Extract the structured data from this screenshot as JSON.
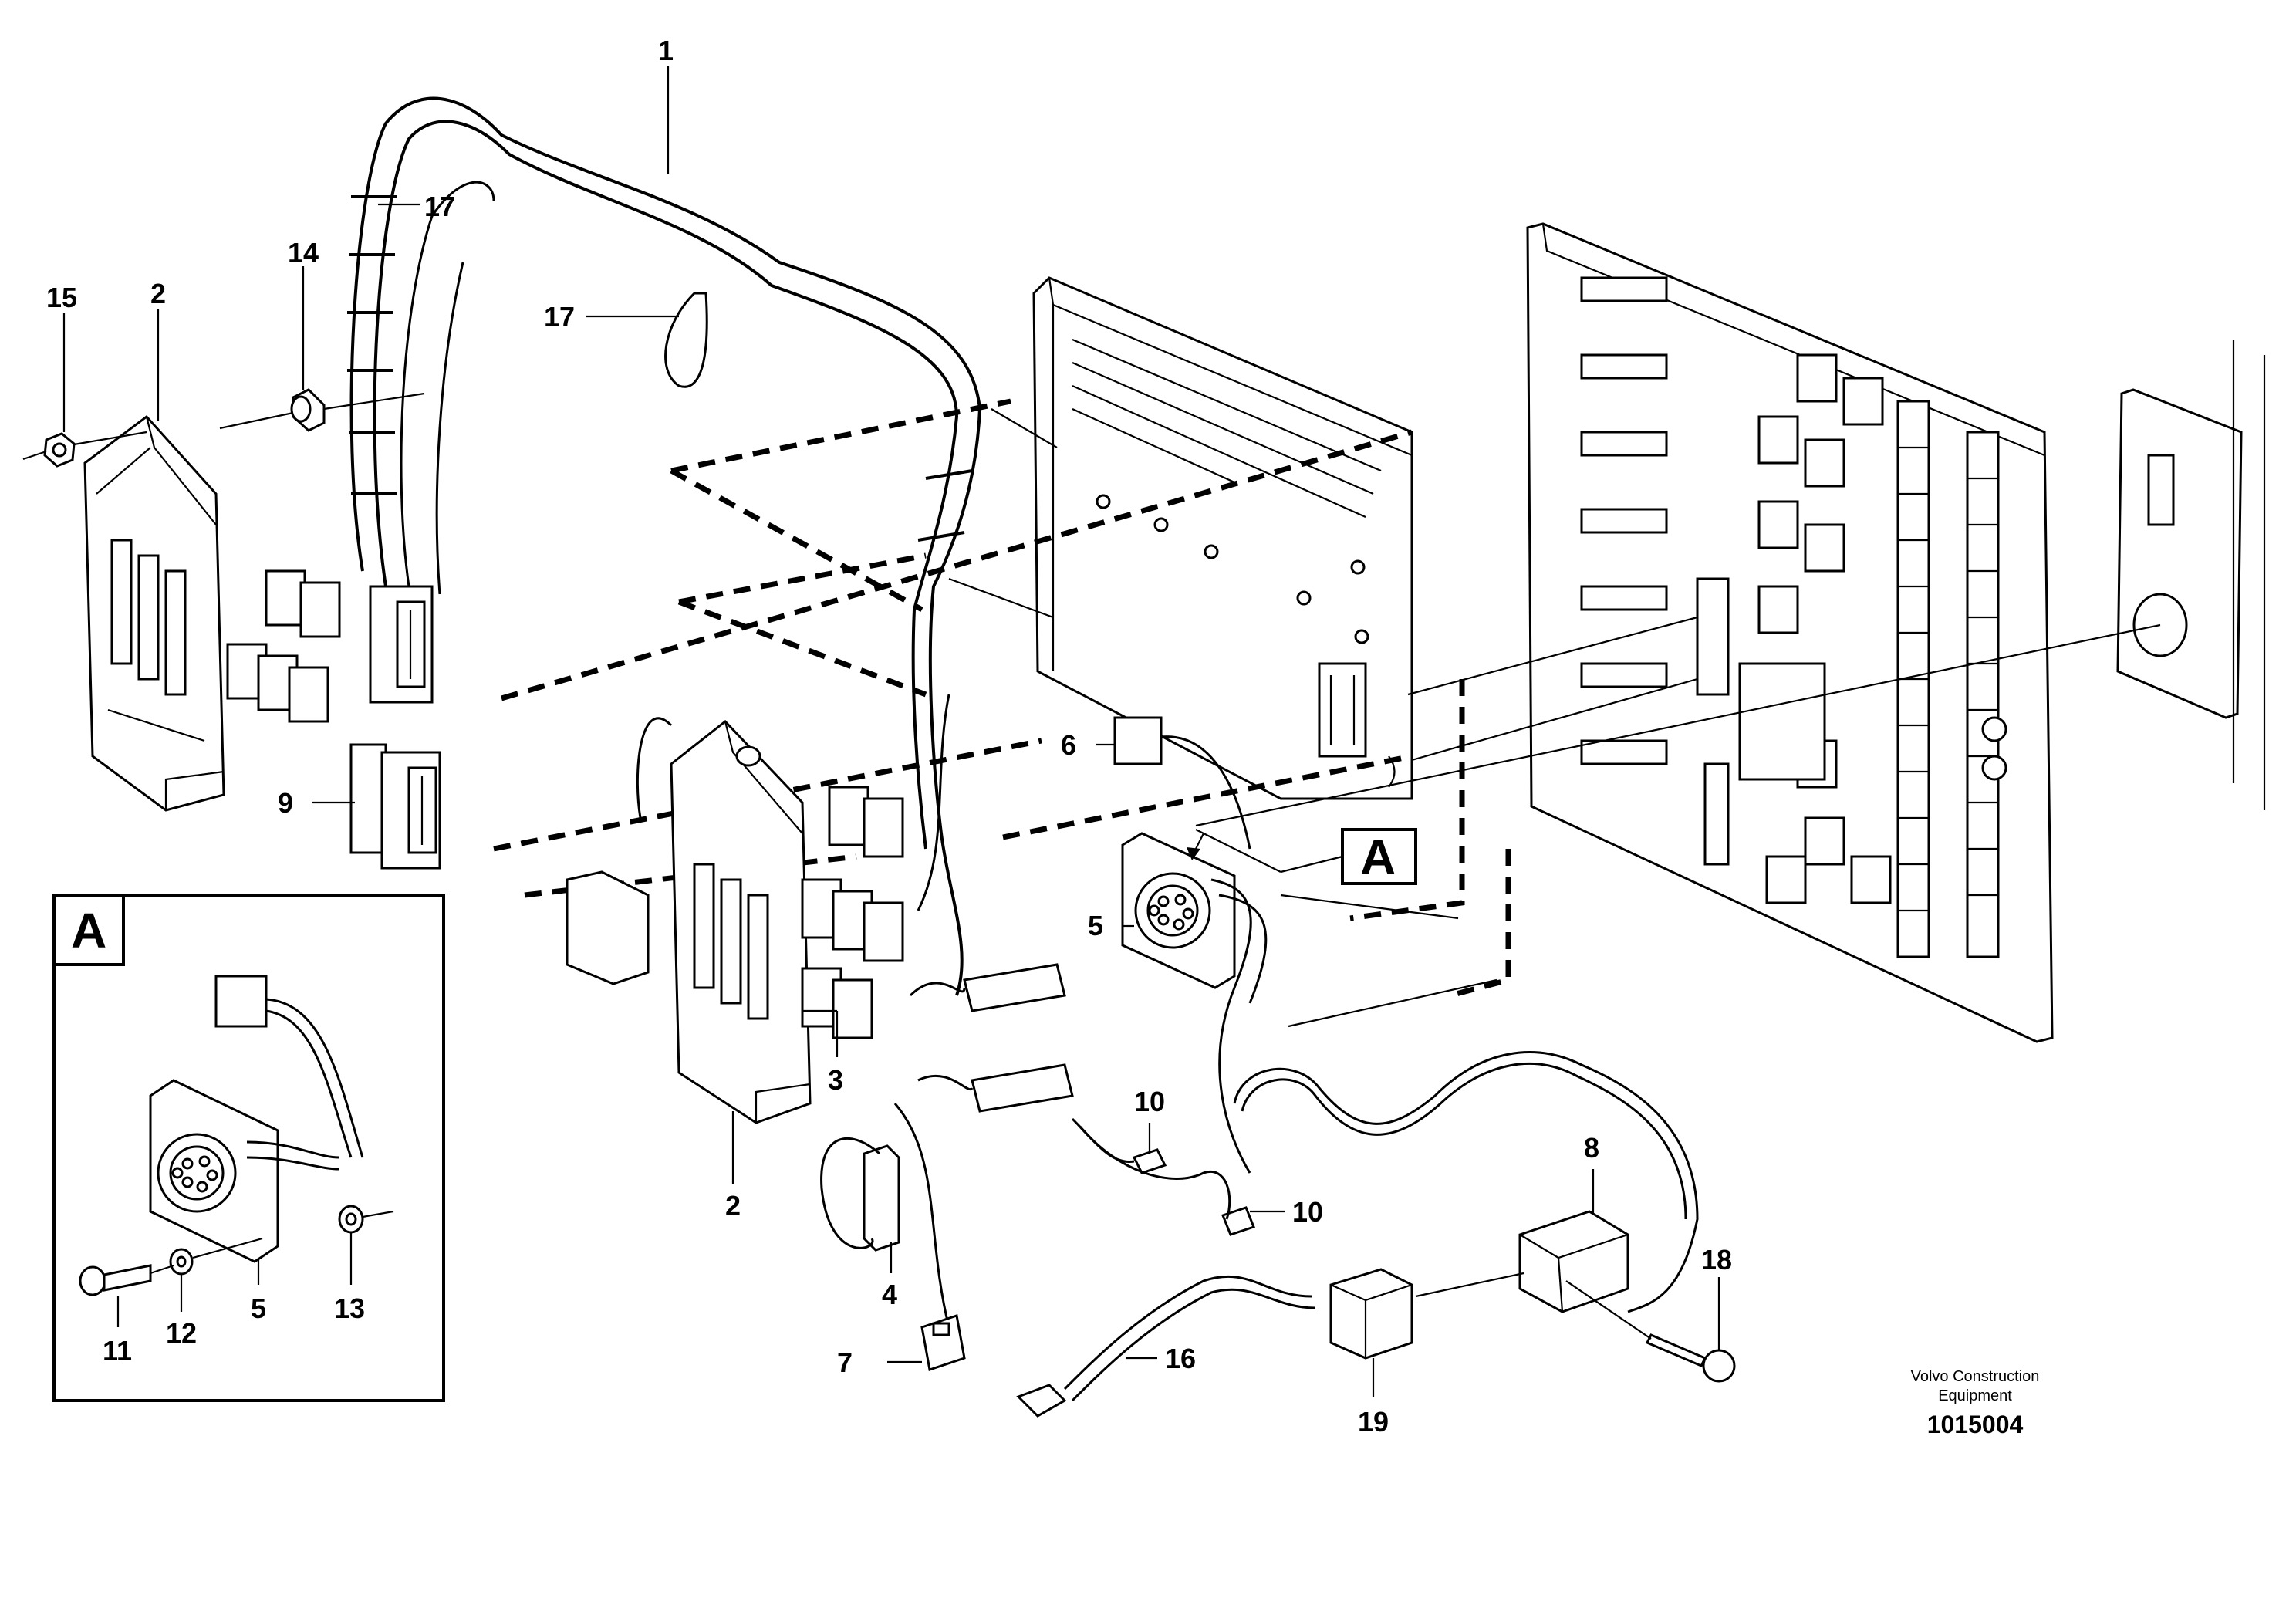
{
  "callouts": {
    "c1": "1",
    "c2a": "2",
    "c2b": "2",
    "c3": "3",
    "c4": "4",
    "c5a": "5",
    "c5b": "5",
    "c6": "6",
    "c7": "7",
    "c8": "8",
    "c9": "9",
    "c10a": "10",
    "c10b": "10",
    "c11": "11",
    "c12": "12",
    "c13": "13",
    "c14": "14",
    "c15": "15",
    "c16": "16",
    "c17a": "17",
    "c17b": "17",
    "c18": "18",
    "c19": "19"
  },
  "detail": {
    "inset_label": "A",
    "view_label": "A"
  },
  "credit": {
    "line1": "Volvo Construction",
    "line2": "Equipment",
    "part_number": "1015004"
  }
}
